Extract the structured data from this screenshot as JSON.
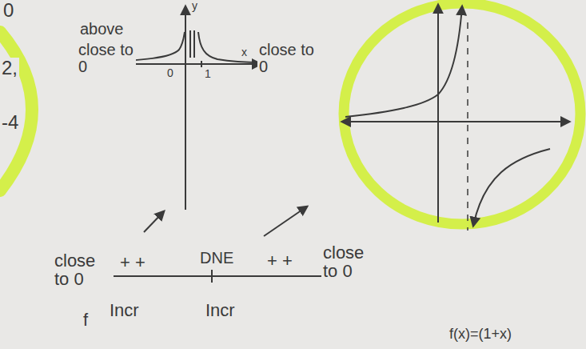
{
  "diagram": {
    "labels": [
      "0",
      "2,",
      "-4",
      "y",
      "above",
      "close to 0",
      "0",
      "1",
      "close to 0",
      "x",
      "close to 0",
      "+ +",
      "DNE",
      "+ +",
      "close to 0",
      "f",
      "Incr",
      "Incr",
      "f(x)=(1+x)"
    ]
  }
}
